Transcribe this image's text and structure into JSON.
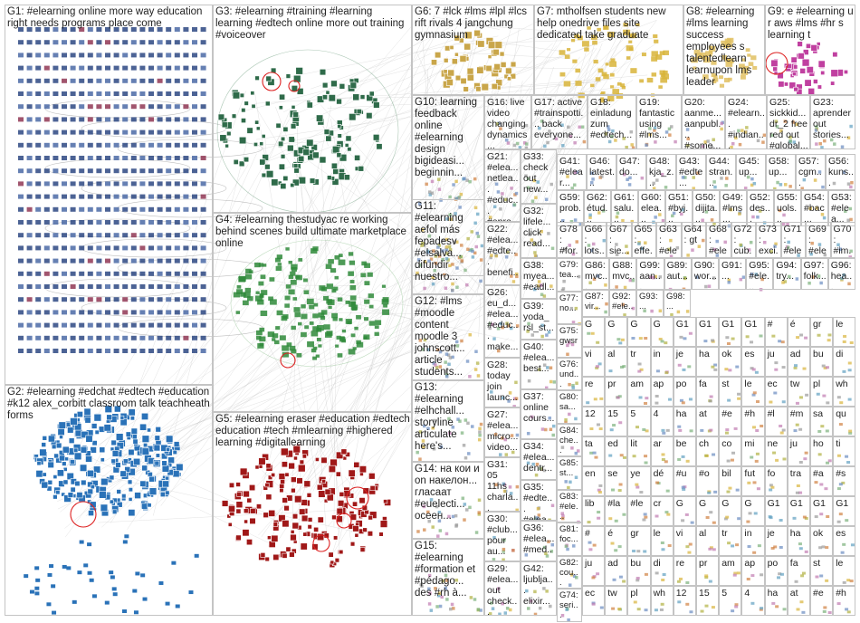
{
  "colors": {
    "bg": "#ffffff",
    "border": "#c4c4c4",
    "edge": "#b8b8b8",
    "g1": "#1f3c7a",
    "g2": "#2a72b8",
    "g3": "#2f6b4a",
    "g4": "#2f8a3a",
    "g5": "#a01818",
    "g6": "#c9a64a",
    "g7": "#d8b43a",
    "g8": "#e0c060",
    "g9": "#c040a0",
    "red": "#dd2222",
    "misc": [
      "#6a8cc0",
      "#d8b43a",
      "#7ab07a",
      "#c07ab0",
      "#9a9a9a",
      "#60a0c0",
      "#b0b040",
      "#d08040"
    ]
  },
  "groups": [
    {
      "id": "G1",
      "label": "G1: #elearning online more way education right needs programs place come"
    },
    {
      "id": "G2",
      "label": "G2: #elearning #edchat #edtech #education #k12 alex_corbitt classroom talk teachheath forms"
    },
    {
      "id": "G3",
      "label": "G3: #elearning #training #learning learning #edtech online more out training #voiceover"
    },
    {
      "id": "G4",
      "label": "G4: #elearning thestudyac re working behind scenes build ultimate marketplace online"
    },
    {
      "id": "G5",
      "label": "G5: #elearning eraser #education #edtech education #tech #mlearning #highered learning #digitallearning"
    },
    {
      "id": "G6",
      "label": "G6: 7 #lck #lms #lpl #lcs rift rivals 4 jangchung gymnasium"
    },
    {
      "id": "G7",
      "label": "G7: mtholfsen students new help onedrive files site dedicated take graduate"
    },
    {
      "id": "G8",
      "label": "G8: #elearning #lms learning success employees s talentedlearn learnupon lms leader"
    },
    {
      "id": "G9",
      "label": "G9: e #elearning u r aws #lms #hr s learning t"
    },
    {
      "id": "G10",
      "label": "G10: learning feedback online #elearning design bigideasi... beginnin..."
    },
    {
      "id": "G11",
      "label": "G11: #elearning aefol más fepadesv #elsalva... difundir nuestro..."
    },
    {
      "id": "G12",
      "label": "G12: #lms #moodle content moodle 3 johnscott... article students..."
    },
    {
      "id": "G13",
      "label": "G13: #elearning #elhchall... storyline articulate here's..."
    },
    {
      "id": "G14",
      "label": "G14: на кои и on накелон... гласаат #euelecti... осеен..."
    },
    {
      "id": "G15",
      "label": "G15: #elearning #formation et #pédago... des #rh à..."
    },
    {
      "id": "G16",
      "label": "G16: live video changing dynamics..."
    },
    {
      "id": "G17",
      "label": "G17: active #trainspotti... back everyone..."
    },
    {
      "id": "G18",
      "label": "G18: einladung zum #edtech..."
    },
    {
      "id": "G19",
      "label": "G19: fantastic using #lms..."
    },
    {
      "id": "G20",
      "label": "G20: aanme... aanpubl... #some..."
    },
    {
      "id": "G21",
      "label": "G21: #elea... netlea... #educ... #apre..."
    },
    {
      "id": "G22",
      "label": "G22: #elea... #edte... benefi... good..."
    },
    {
      "id": "G23",
      "label": "G23: aprender out stories..."
    },
    {
      "id": "G24",
      "label": "G24: #elearn... #indian... comme..."
    },
    {
      "id": "G25",
      "label": "G25: sickkid... dr_2 free red out #global..."
    },
    {
      "id": "G26",
      "label": "G26: eu_d... #elea... #educ... make..."
    },
    {
      "id": "G27",
      "label": "G27: #elea... micro... video..."
    },
    {
      "id": "G28",
      "label": "G28: today join launc..."
    },
    {
      "id": "G29",
      "label": "G29: #elea... out check..."
    },
    {
      "id": "G30",
      "label": "G30: #club... pour au..."
    },
    {
      "id": "G31",
      "label": "G31: 05 11hs charla..."
    },
    {
      "id": "G32",
      "label": "G32: lifele... click read..."
    },
    {
      "id": "G33",
      "label": "G33: check out new..."
    },
    {
      "id": "G34",
      "label": "G34: #elea... dentr..."
    },
    {
      "id": "G35",
      "label": "G35: #edte... #elea..."
    },
    {
      "id": "G36",
      "label": "G36: #elea... #med..."
    },
    {
      "id": "G37",
      "label": "G37: online cours..."
    },
    {
      "id": "G38",
      "label": "G38: myea... #eadl..."
    },
    {
      "id": "G39",
      "label": "G39: yoda_ rsl_st..."
    },
    {
      "id": "G40",
      "label": "G40: #elea... best..."
    },
    {
      "id": "G41",
      "label": "G41: #elear... #edu..."
    },
    {
      "id": "G42",
      "label": "G42: ljublja... elixir..."
    },
    {
      "id": "G43",
      "label": "G43: #edte... #edu..."
    },
    {
      "id": "G44",
      "label": "G44: stran..."
    },
    {
      "id": "G45",
      "label": "G45: up..."
    },
    {
      "id": "G46",
      "label": "G46: latest..."
    },
    {
      "id": "G47",
      "label": "G47: do..."
    },
    {
      "id": "G48",
      "label": "G48: kja_z..."
    },
    {
      "id": "G49",
      "label": "G49: #lms..."
    },
    {
      "id": "G50",
      "label": "G50: dijita..."
    },
    {
      "id": "G51",
      "label": "G51: #byj..."
    },
    {
      "id": "G52",
      "label": "G52: des..."
    },
    {
      "id": "G53",
      "label": "G53: #elea..."
    },
    {
      "id": "G54",
      "label": "G54: #bac..."
    },
    {
      "id": "G55",
      "label": "G55: uols..."
    },
    {
      "id": "G56",
      "label": "G56: kuns..."
    },
    {
      "id": "G57",
      "label": "G57: cgm..."
    },
    {
      "id": "G58",
      "label": "G58: up..."
    },
    {
      "id": "G59",
      "label": "G59: prob..."
    },
    {
      "id": "G60",
      "label": "G60: elea..."
    },
    {
      "id": "G61",
      "label": "G61: salu..."
    },
    {
      "id": "G62",
      "label": "G62: étud..."
    },
    {
      "id": "G63",
      "label": "G63: #ele..."
    },
    {
      "id": "G64",
      "label": "G64: gt"
    },
    {
      "id": "G65",
      "label": "G65: effe..."
    },
    {
      "id": "G66",
      "label": "G66: lots..."
    },
    {
      "id": "G67",
      "label": "G67: sie..."
    },
    {
      "id": "G68",
      "label": "G68: #ele..."
    },
    {
      "id": "G69",
      "label": "G69: #ele..."
    },
    {
      "id": "G70",
      "label": "G70: #im..."
    },
    {
      "id": "G71",
      "label": "G71: #ele..."
    },
    {
      "id": "G72",
      "label": "G72: cub..."
    },
    {
      "id": "G73",
      "label": "G73: exci..."
    },
    {
      "id": "G74",
      "label": "G74: seri..."
    },
    {
      "id": "G75",
      "label": "G75: gwsr"
    },
    {
      "id": "G76",
      "label": "G76: und..."
    },
    {
      "id": "G77",
      "label": "G77: no..."
    },
    {
      "id": "G78",
      "label": "G78: #for..."
    },
    {
      "id": "G79",
      "label": "G79: tea..."
    },
    {
      "id": "G80",
      "label": "G80: sa..."
    },
    {
      "id": "G81",
      "label": "G81: foc..."
    },
    {
      "id": "G82",
      "label": "G82: cou..."
    },
    {
      "id": "G83",
      "label": "G83: #ele..."
    },
    {
      "id": "G84",
      "label": "G84: che..."
    },
    {
      "id": "G85",
      "label": "G85: st..."
    },
    {
      "id": "G86",
      "label": "G86: mvc..."
    },
    {
      "id": "G87",
      "label": "G87: vir..."
    },
    {
      "id": "G88",
      "label": "G88: mvc..."
    },
    {
      "id": "G89",
      "label": "G89: aut..."
    },
    {
      "id": "G90",
      "label": "G90: wor..."
    },
    {
      "id": "G91",
      "label": "G91: ..."
    },
    {
      "id": "G92",
      "label": "G92: #ele..."
    },
    {
      "id": "G93",
      "label": "G93: ..."
    },
    {
      "id": "G94",
      "label": "G94: try..."
    },
    {
      "id": "G95",
      "label": "G95: #ele..."
    },
    {
      "id": "G96",
      "label": "G96: hea..."
    },
    {
      "id": "G97",
      "label": "G97: folk..."
    },
    {
      "id": "G98",
      "label": "G98: ..."
    },
    {
      "id": "G99",
      "label": "G99: aan..."
    }
  ],
  "grid_tokens": [
    "G",
    "G",
    "G",
    "G",
    "G1",
    "G1",
    "G1",
    "G1",
    "#",
    "é",
    "gr",
    "le",
    "vi",
    "al",
    "tr",
    "in",
    "je",
    "ha",
    "ok",
    "es",
    "ju",
    "ad",
    "bu",
    "di",
    "re",
    "pr",
    "am",
    "ap",
    "po",
    "fa",
    "st",
    "le",
    "ec",
    "tw",
    "pl",
    "wh",
    "12",
    "15",
    "5",
    "4",
    "ha",
    "at",
    "#e",
    "#h",
    "#l",
    "#m",
    "sa",
    "qu",
    "ta",
    "ed",
    "lit",
    "ar",
    "be",
    "ch",
    "co",
    "mi",
    "ne",
    "ju",
    "ho",
    "ti",
    "en",
    "se",
    "ye",
    "dé",
    "#u",
    "#o",
    "bil",
    "fut",
    "fo",
    "tra",
    "#a",
    "#s",
    "lib",
    "#la",
    "#le",
    "cr"
  ]
}
